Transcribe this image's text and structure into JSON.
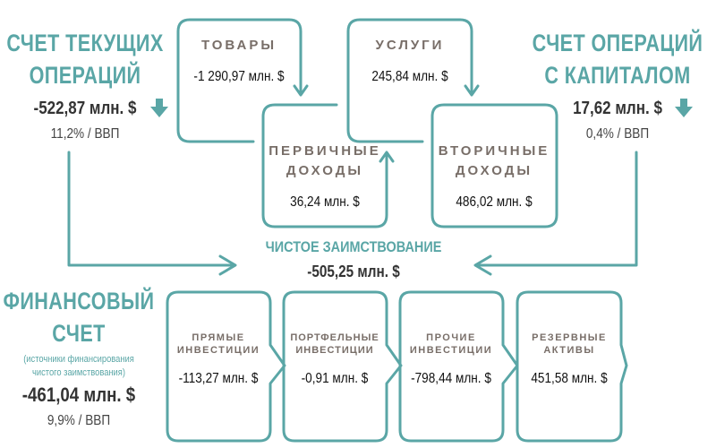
{
  "current_account": {
    "title_line1": "СЧЕТ ТЕКУЩИХ",
    "title_line2": "ОПЕРАЦИЙ",
    "value": "-522,87 млн. $",
    "gdp": "11,2% / ВВП",
    "trend_icon": "arrow-down-icon"
  },
  "capital_account": {
    "title_line1": "СЧЕТ ОПЕРАЦИЙ",
    "title_line2": "С КАПИТАЛОМ",
    "value": "17,62 млн. $",
    "gdp": "0,4% / ВВП",
    "trend_icon": "arrow-down-icon"
  },
  "current_components": [
    {
      "label": "ТОВАРЫ",
      "value": "-1 290,97 млн. $"
    },
    {
      "label_line1": "ПЕРВИЧНЫЕ",
      "label_line2": "ДОХОДЫ",
      "value": "36,24 млн. $"
    },
    {
      "label": "УСЛУГИ",
      "value": "245,84 млн. $"
    },
    {
      "label_line1": "ВТОРИЧНЫЕ",
      "label_line2": "ДОХОДЫ",
      "value": "486,02 млн. $"
    }
  ],
  "net_borrowing": {
    "label": "ЧИСТОЕ ЗАИМСТВОВАНИЕ",
    "value": "-505,25 млн. $"
  },
  "financial_account": {
    "title_line1": "ФИНАНСОВЫЙ",
    "title_line2": "СЧЕТ",
    "note_line1": "(источники финансирования",
    "note_line2": "чистого заимствования)",
    "value": "-461,04 млн. $",
    "gdp": "9,9% / ВВП"
  },
  "financial_components": [
    {
      "label_line1": "ПРЯМЫЕ",
      "label_line2": "ИНВЕСТИЦИИ",
      "value": "-113,27 млн. $"
    },
    {
      "label_line1": "ПОРТФЕЛЬНЫЕ",
      "label_line2": "ИНВЕСТИЦИИ",
      "value": "-0,91 млн. $"
    },
    {
      "label_line1": "ПРОЧИЕ",
      "label_line2": "ИНВЕСТИЦИИ",
      "value": "-798,44 млн. $"
    },
    {
      "label_line1": "РЕЗЕРВНЫЕ",
      "label_line2": "АКТИВЫ",
      "value": "451,58 млн. $"
    }
  ],
  "colors": {
    "teal": "#5aa6a6",
    "heading": "#786e68"
  }
}
